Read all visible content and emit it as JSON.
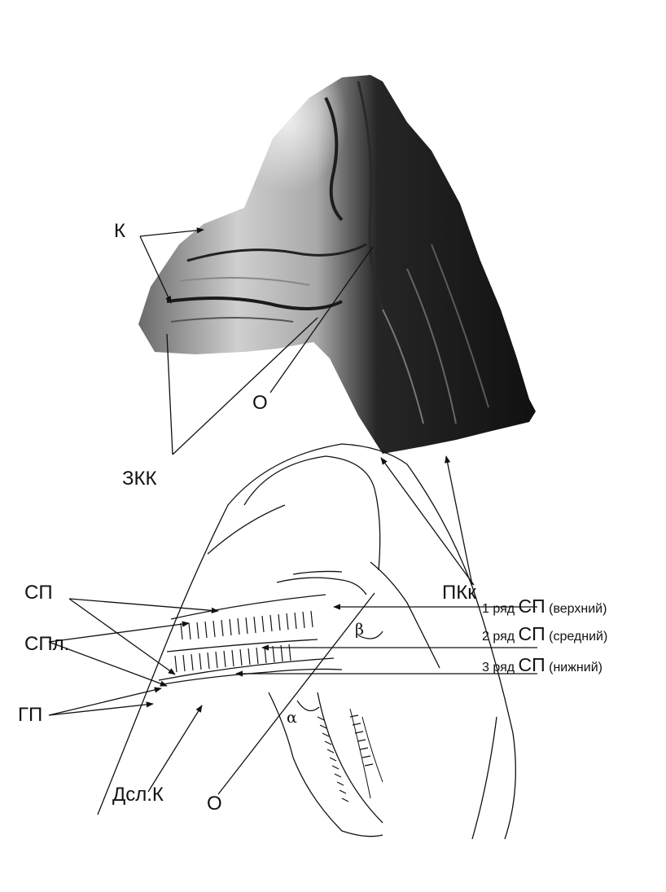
{
  "labels": {
    "k": "К",
    "zkk": "ЗКК",
    "o_top": "О",
    "o_bottom": "О",
    "sp": "СП",
    "spl": "СПл.",
    "gp": "ГП",
    "dslk": "Дсл.К",
    "pkk": "ПКк",
    "alpha": "α",
    "beta": "β"
  },
  "rows": [
    {
      "prefix": "1 ряд",
      "abbr": "СП",
      "suffix": "(верхний)"
    },
    {
      "prefix": "2 ряд",
      "abbr": "СП",
      "suffix": "(средний)"
    },
    {
      "prefix": "3 ряд",
      "abbr": "СП",
      "suffix": "(нижний)"
    }
  ],
  "colors": {
    "ink": "#111111",
    "photo_dark": "#141414",
    "photo_light": "#e6e6e6"
  }
}
